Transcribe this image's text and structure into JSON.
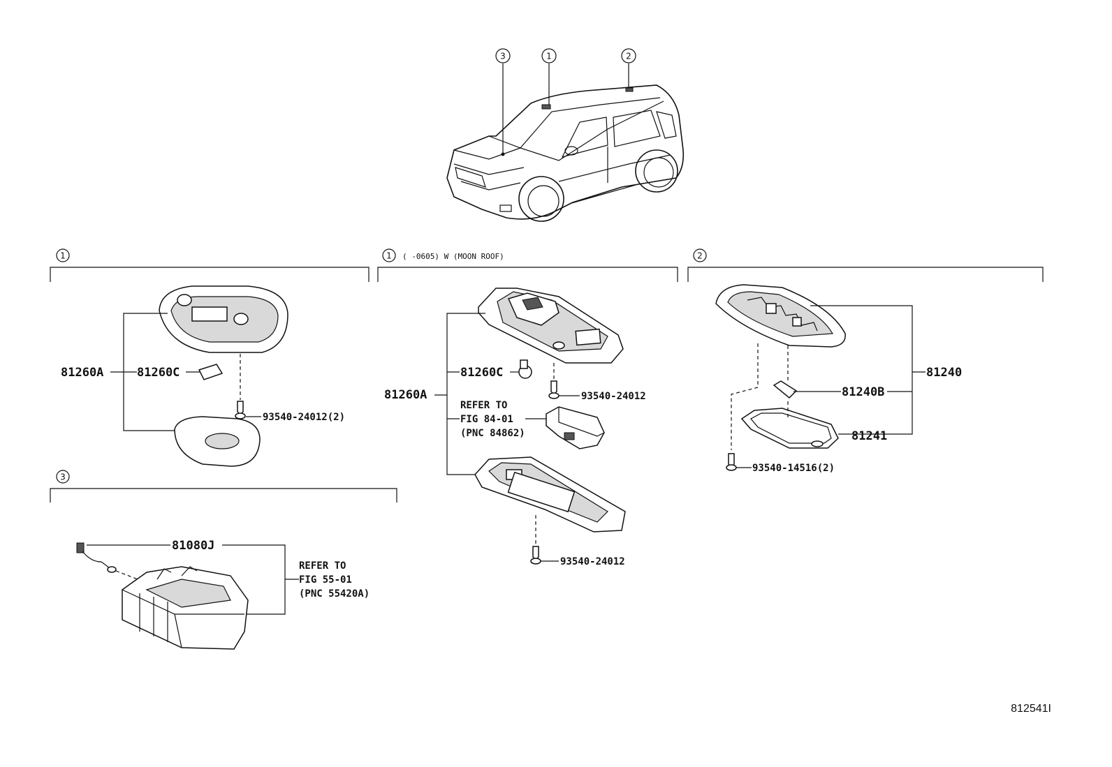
{
  "car_callouts": [
    "3",
    "1",
    "2"
  ],
  "sections": {
    "s1": {
      "marker": "1"
    },
    "s1b": {
      "marker": "1",
      "condition": "(     -0605) W (MOON ROOF)"
    },
    "s2": {
      "marker": "2"
    },
    "s3": {
      "marker": "3"
    }
  },
  "labels": {
    "s1_81260A": "81260A",
    "s1_81260C": "81260C",
    "s1_screw": "93540-24012(2)",
    "s1b_81260A": "81260A",
    "s1b_81260C": "81260C",
    "s1b_screw_top": "93540-24012",
    "s1b_screw_bottom": "93540-24012",
    "s1b_ref1": "REFER TO",
    "s1b_ref2": "FIG 84-01",
    "s1b_ref3": "(PNC 84862)",
    "s2_81240": "81240",
    "s2_81240B": "81240B",
    "s2_81241": "81241",
    "s2_screw": "93540-14516(2)",
    "s3_81080J": "81080J",
    "s3_ref1": "REFER TO",
    "s3_ref2": "FIG 55-01",
    "s3_ref3": "(PNC 55420A)"
  },
  "figure_id": "812541I"
}
